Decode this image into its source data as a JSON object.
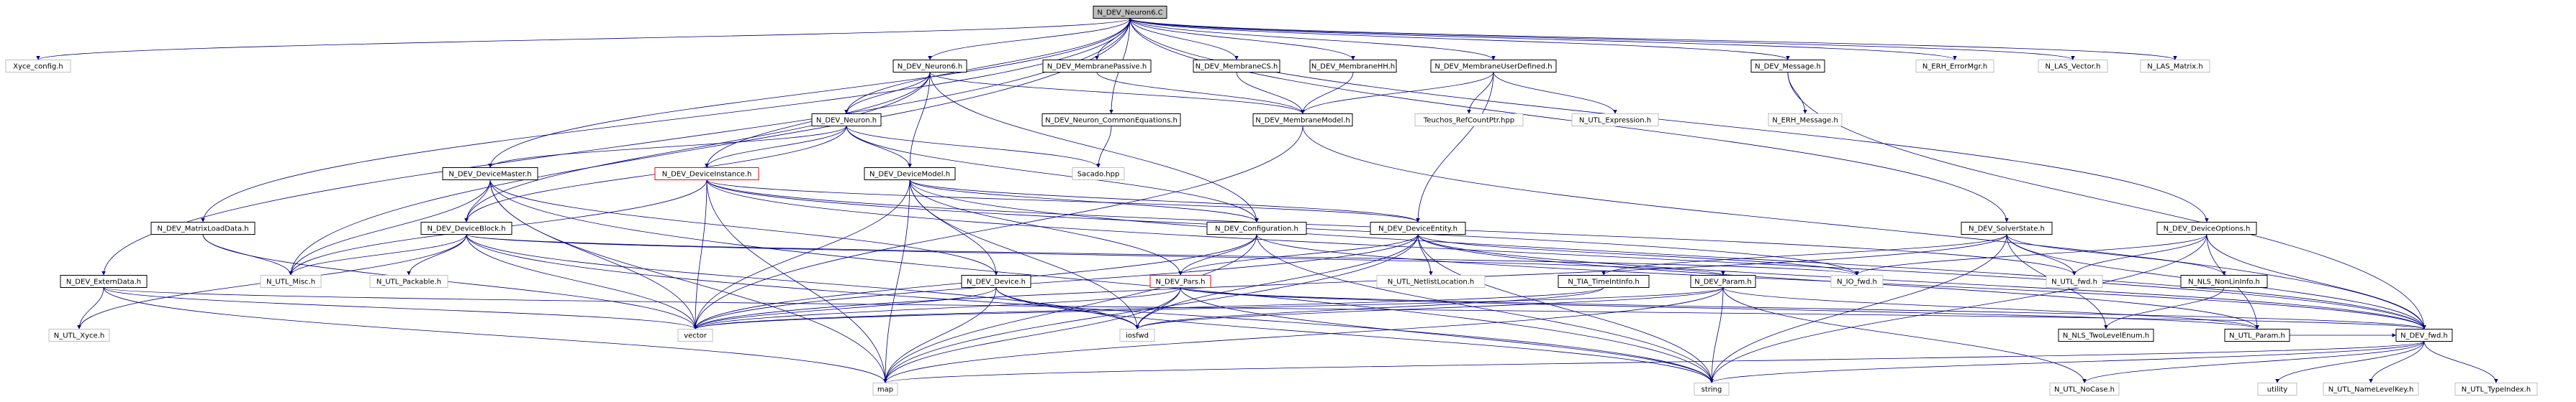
{
  "title": "N_DEV_Neuron6.C",
  "nodes": [
    {
      "id": "root",
      "label": "N_DEV_Neuron6.C",
      "style": "root"
    },
    {
      "id": "xyce",
      "label": "Xyce_config.h",
      "style": "gray"
    },
    {
      "id": "neuron6h",
      "label": "N_DEV_Neuron6.h",
      "style": "normal"
    },
    {
      "id": "mpassive",
      "label": "N_DEV_MembranePassive.h",
      "style": "normal"
    },
    {
      "id": "mcs",
      "label": "N_DEV_MembraneCS.h",
      "style": "normal"
    },
    {
      "id": "mhh",
      "label": "N_DEV_MembraneHH.h",
      "style": "normal"
    },
    {
      "id": "mud",
      "label": "N_DEV_MembraneUserDefined.h",
      "style": "normal"
    },
    {
      "id": "message",
      "label": "N_DEV_Message.h",
      "style": "normal"
    },
    {
      "id": "errmgr",
      "label": "N_ERH_ErrorMgr.h",
      "style": "gray"
    },
    {
      "id": "lasvec",
      "label": "N_LAS_Vector.h",
      "style": "gray"
    },
    {
      "id": "lasmat",
      "label": "N_LAS_Matrix.h",
      "style": "gray"
    },
    {
      "id": "neuronh",
      "label": "N_DEV_Neuron.h",
      "style": "normal"
    },
    {
      "id": "nce",
      "label": "N_DEV_Neuron_CommonEquations.h",
      "style": "normal"
    },
    {
      "id": "mmodel",
      "label": "N_DEV_MembraneModel.h",
      "style": "normal"
    },
    {
      "id": "teuchos",
      "label": "Teuchos_RefCountPtr.hpp",
      "style": "gray"
    },
    {
      "id": "utlexpr",
      "label": "N_UTL_Expression.h",
      "style": "gray"
    },
    {
      "id": "erhmsg",
      "label": "N_ERH_Message.h",
      "style": "gray"
    },
    {
      "id": "sacado",
      "label": "Sacado.hpp",
      "style": "gray"
    },
    {
      "id": "dmaster",
      "label": "N_DEV_DeviceMaster.h",
      "style": "normal"
    },
    {
      "id": "dinst",
      "label": "N_DEV_DeviceInstance.h",
      "style": "red"
    },
    {
      "id": "dmodel",
      "label": "N_DEV_DeviceModel.h",
      "style": "normal"
    },
    {
      "id": "mloaddata",
      "label": "N_DEV_MatrixLoadData.h",
      "style": "normal"
    },
    {
      "id": "dblock",
      "label": "N_DEV_DeviceBlock.h",
      "style": "normal"
    },
    {
      "id": "config",
      "label": "N_DEV_Configuration.h",
      "style": "normal"
    },
    {
      "id": "dentity",
      "label": "N_DEV_DeviceEntity.h",
      "style": "normal"
    },
    {
      "id": "solver",
      "label": "N_DEV_SolverState.h",
      "style": "normal"
    },
    {
      "id": "dopts",
      "label": "N_DEV_DeviceOptions.h",
      "style": "normal"
    },
    {
      "id": "externdata",
      "label": "N_DEV_ExternData.h",
      "style": "normal"
    },
    {
      "id": "utlmisc",
      "label": "N_UTL_Misc.h",
      "style": "gray"
    },
    {
      "id": "utlpack",
      "label": "N_UTL_Packable.h",
      "style": "gray"
    },
    {
      "id": "deviceh",
      "label": "N_DEV_Device.h",
      "style": "normal"
    },
    {
      "id": "pars",
      "label": "N_DEV_Pars.h",
      "style": "red"
    },
    {
      "id": "netlist",
      "label": "N_UTL_NetlistLocation.h",
      "style": "gray"
    },
    {
      "id": "tia",
      "label": "N_TIA_TimeIntInfo.h",
      "style": "normal"
    },
    {
      "id": "devparam",
      "label": "N_DEV_Param.h",
      "style": "normal"
    },
    {
      "id": "iofwd",
      "label": "N_IO_fwd.h",
      "style": "gray"
    },
    {
      "id": "utlfwd",
      "label": "N_UTL_fwd.h",
      "style": "gray"
    },
    {
      "id": "nlsinfo",
      "label": "N_NLS_NonLinInfo.h",
      "style": "normal"
    },
    {
      "id": "utlxyce",
      "label": "N_UTL_Xyce.h",
      "style": "gray"
    },
    {
      "id": "vector",
      "label": "vector",
      "style": "gray"
    },
    {
      "id": "iosfwd",
      "label": "iosfwd",
      "style": "gray"
    },
    {
      "id": "nlstwo",
      "label": "N_NLS_TwoLevelEnum.h",
      "style": "normal"
    },
    {
      "id": "utlparam",
      "label": "N_UTL_Param.h",
      "style": "normal"
    },
    {
      "id": "devfwd",
      "label": "N_DEV_fwd.h",
      "style": "normal"
    },
    {
      "id": "map",
      "label": "map",
      "style": "gray"
    },
    {
      "id": "string",
      "label": "string",
      "style": "gray"
    },
    {
      "id": "nocase",
      "label": "N_UTL_NoCase.h",
      "style": "gray"
    },
    {
      "id": "utility",
      "label": "utility",
      "style": "gray"
    },
    {
      "id": "namelevel",
      "label": "N_UTL_NameLevelKey.h",
      "style": "gray"
    },
    {
      "id": "typeindex",
      "label": "N_UTL_TypeIndex.h",
      "style": "gray"
    }
  ],
  "edges": [
    [
      "root",
      "xyce"
    ],
    [
      "root",
      "neuron6h"
    ],
    [
      "root",
      "mpassive"
    ],
    [
      "root",
      "mcs"
    ],
    [
      "root",
      "mhh"
    ],
    [
      "root",
      "mud"
    ],
    [
      "root",
      "message"
    ],
    [
      "root",
      "errmgr"
    ],
    [
      "root",
      "lasvec"
    ],
    [
      "root",
      "lasmat"
    ],
    [
      "root",
      "dmaster"
    ],
    [
      "root",
      "mloaddata"
    ],
    [
      "root",
      "externdata"
    ],
    [
      "root",
      "utlmisc"
    ],
    [
      "root",
      "nce"
    ],
    [
      "root",
      "solver"
    ],
    [
      "root",
      "dopts"
    ],
    [
      "root",
      "neuronh"
    ],
    [
      "neuron6h",
      "neuronh"
    ],
    [
      "neuron6h",
      "mmodel"
    ],
    [
      "neuron6h",
      "dinst"
    ],
    [
      "neuron6h",
      "dmodel"
    ],
    [
      "neuron6h",
      "dblock"
    ],
    [
      "neuron6h",
      "config"
    ],
    [
      "mpassive",
      "mmodel"
    ],
    [
      "mcs",
      "mmodel"
    ],
    [
      "mhh",
      "mmodel"
    ],
    [
      "mud",
      "mmodel"
    ],
    [
      "mud",
      "teuchos"
    ],
    [
      "mud",
      "utlexpr"
    ],
    [
      "mud",
      "dentity"
    ],
    [
      "message",
      "erhmsg"
    ],
    [
      "message",
      "devfwd"
    ],
    [
      "mmodel",
      "vector"
    ],
    [
      "mmodel",
      "devfwd"
    ],
    [
      "nce",
      "sacado"
    ],
    [
      "neuronh",
      "dmaster"
    ],
    [
      "neuronh",
      "dinst"
    ],
    [
      "neuronh",
      "dmodel"
    ],
    [
      "neuronh",
      "config"
    ],
    [
      "neuronh",
      "dblock"
    ],
    [
      "neuronh",
      "sacado"
    ],
    [
      "dmaster",
      "dblock"
    ],
    [
      "dmaster",
      "map"
    ],
    [
      "dmaster",
      "vector"
    ],
    [
      "dmaster",
      "string"
    ],
    [
      "dmaster",
      "deviceh"
    ],
    [
      "dmaster",
      "utlmisc"
    ],
    [
      "dinst",
      "dentity"
    ],
    [
      "dinst",
      "vector"
    ],
    [
      "dinst",
      "map"
    ],
    [
      "dinst",
      "utlfwd"
    ],
    [
      "dinst",
      "iofwd"
    ],
    [
      "dinst",
      "devfwd"
    ],
    [
      "dinst",
      "utlmisc"
    ],
    [
      "dmodel",
      "dentity"
    ],
    [
      "dmodel",
      "vector"
    ],
    [
      "dmodel",
      "map"
    ],
    [
      "dmodel",
      "iosfwd"
    ],
    [
      "dmodel",
      "devfwd"
    ],
    [
      "dmodel",
      "pars"
    ],
    [
      "dmodel",
      "deviceh"
    ],
    [
      "dmodel",
      "config"
    ],
    [
      "mloaddata",
      "vector"
    ],
    [
      "mloaddata",
      "utlmisc"
    ],
    [
      "dblock",
      "utlmisc"
    ],
    [
      "dblock",
      "utlpack"
    ],
    [
      "dblock",
      "vector"
    ],
    [
      "dblock",
      "string"
    ],
    [
      "dblock",
      "iofwd"
    ],
    [
      "dblock",
      "utlxyce"
    ],
    [
      "dblock",
      "devparam"
    ],
    [
      "dblock",
      "iosfwd"
    ],
    [
      "config",
      "pars"
    ],
    [
      "config",
      "devfwd"
    ],
    [
      "config",
      "vector"
    ],
    [
      "config",
      "map"
    ],
    [
      "config",
      "string"
    ],
    [
      "dentity",
      "pars"
    ],
    [
      "dentity",
      "netlist"
    ],
    [
      "dentity",
      "vector"
    ],
    [
      "dentity",
      "map"
    ],
    [
      "dentity",
      "string"
    ],
    [
      "dentity",
      "iofwd"
    ],
    [
      "dentity",
      "utlparam"
    ],
    [
      "dentity",
      "iosfwd"
    ],
    [
      "dentity",
      "devfwd"
    ],
    [
      "solver",
      "tia"
    ],
    [
      "solver",
      "nlstwo"
    ],
    [
      "solver",
      "utlfwd"
    ],
    [
      "solver",
      "string"
    ],
    [
      "solver",
      "vector"
    ],
    [
      "solver",
      "devfwd"
    ],
    [
      "solver",
      "nlsinfo"
    ],
    [
      "dopts",
      "utlfwd"
    ],
    [
      "dopts",
      "utlparam"
    ],
    [
      "dopts",
      "devfwd"
    ],
    [
      "dopts",
      "string"
    ],
    [
      "dopts",
      "iofwd"
    ],
    [
      "externdata",
      "vector"
    ],
    [
      "externdata",
      "utlxyce"
    ],
    [
      "externdata",
      "devfwd"
    ],
    [
      "externdata",
      "map"
    ],
    [
      "deviceh",
      "vector"
    ],
    [
      "deviceh",
      "map"
    ],
    [
      "deviceh",
      "string"
    ],
    [
      "deviceh",
      "iosfwd"
    ],
    [
      "pars",
      "vector"
    ],
    [
      "pars",
      "map"
    ],
    [
      "pars",
      "string"
    ],
    [
      "pars",
      "devfwd"
    ],
    [
      "pars",
      "iosfwd"
    ],
    [
      "pars",
      "utlparam"
    ],
    [
      "devparam",
      "utlparam"
    ],
    [
      "devparam",
      "string"
    ],
    [
      "devparam",
      "vector"
    ],
    [
      "devparam",
      "nocase"
    ],
    [
      "devparam",
      "iosfwd"
    ],
    [
      "devparam",
      "map"
    ],
    [
      "tia",
      "vector"
    ],
    [
      "tia",
      "iosfwd"
    ],
    [
      "nlsinfo",
      "nlstwo"
    ],
    [
      "utlparam",
      "devfwd"
    ],
    [
      "devfwd",
      "map"
    ],
    [
      "devfwd",
      "string"
    ],
    [
      "devfwd",
      "utility"
    ],
    [
      "devfwd",
      "namelevel"
    ],
    [
      "devfwd",
      "typeindex"
    ],
    [
      "devfwd",
      "nocase"
    ]
  ]
}
